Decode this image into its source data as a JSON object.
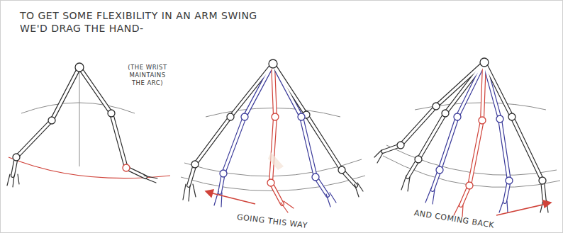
{
  "diagram": {
    "title": "TO GET SOME FLEXIBILITY IN AN ARM SWING WE'D DRAG THE HAND-",
    "labels": [
      "(THE WRIST MAINTAINS THE ARC)",
      "GOING THIS WAY",
      "AND COMING BACK"
    ]
  }
}
